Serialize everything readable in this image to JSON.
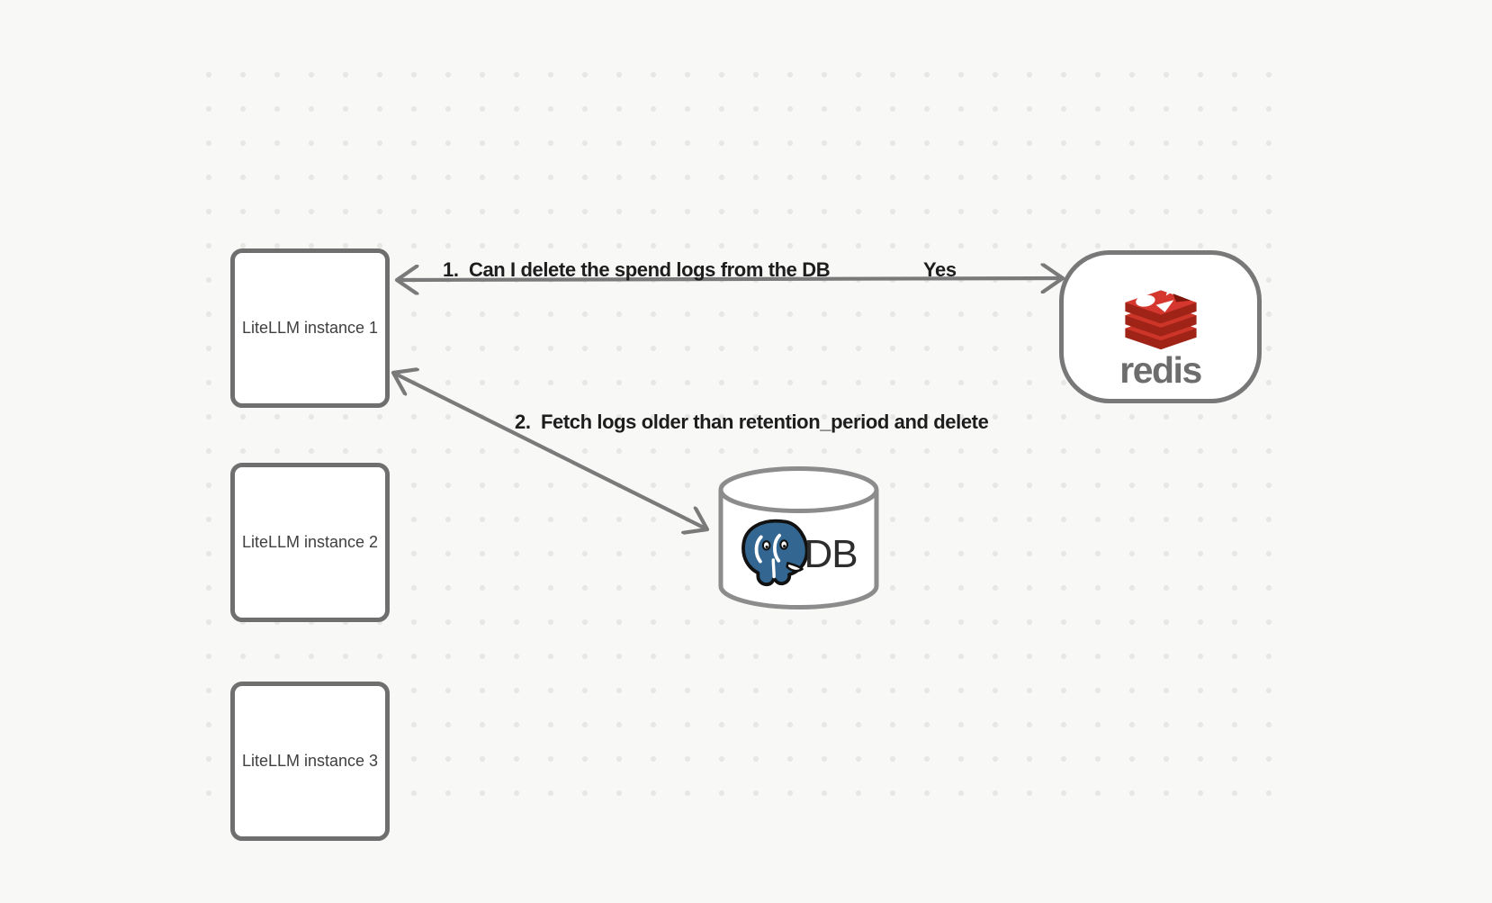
{
  "canvas": {
    "background_color": "#f8f8f7",
    "dot_color": "#e7e7e5"
  },
  "nodes": {
    "instances": [
      {
        "label": "LiteLLM instance 1"
      },
      {
        "label": "LiteLLM instance 2"
      },
      {
        "label": "LiteLLM instance 3"
      }
    ],
    "redis": {
      "wordmark": "redis",
      "logo_icon": "redis-stack-icon",
      "logo_red": "#cd3529",
      "logo_dark_red": "#a02317",
      "wordmark_color": "#6d6d6d"
    },
    "db": {
      "label": "DB",
      "logo_icon": "postgresql-elephant-icon",
      "elephant_blue": "#336791"
    }
  },
  "arrows": {
    "arrow1": {
      "label": "1.  Can I delete the spend logs from the DB",
      "response": "Yes",
      "color": "#7a7a7a"
    },
    "arrow2": {
      "label": "2.  Fetch logs older than retention_period and delete",
      "color": "#7a7a7a"
    }
  }
}
